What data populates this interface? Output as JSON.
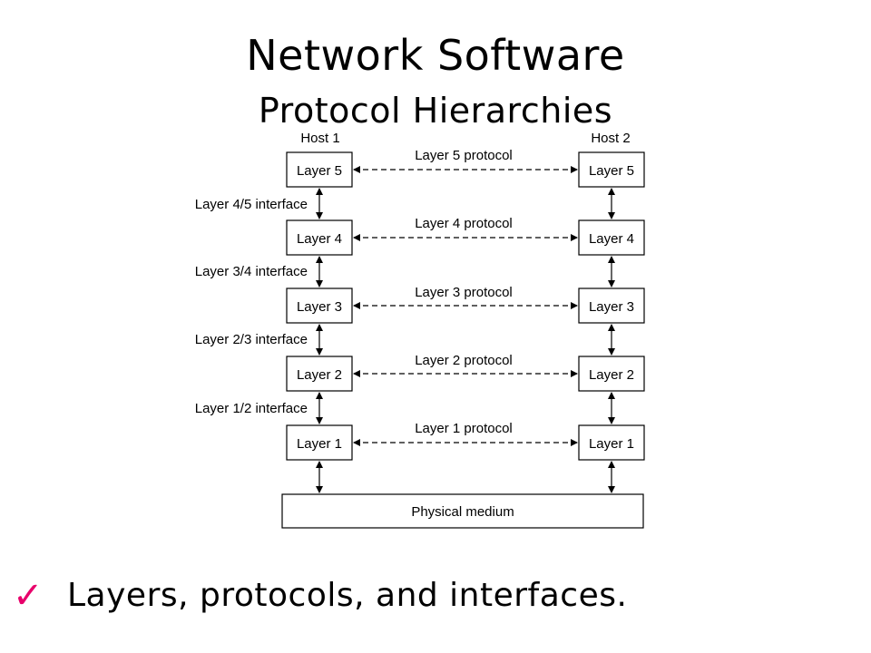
{
  "title": "Network Software",
  "subtitle": "Protocol Hierarchies",
  "diagram": {
    "host1": "Host 1",
    "host2": "Host 2",
    "layers": [
      "Layer 5",
      "Layer 4",
      "Layer 3",
      "Layer 2",
      "Layer 1"
    ],
    "protocols": [
      "Layer 5 protocol",
      "Layer 4 protocol",
      "Layer 3 protocol",
      "Layer 2 protocol",
      "Layer 1 protocol"
    ],
    "interfaces": [
      "Layer 4/5 interface",
      "Layer 3/4 interface",
      "Layer 2/3 interface",
      "Layer 1/2 interface"
    ],
    "medium": "Physical medium"
  },
  "bullet": {
    "icon": "checkmark-icon",
    "color": "#e8006b",
    "text": "Layers, protocols, and interfaces."
  }
}
